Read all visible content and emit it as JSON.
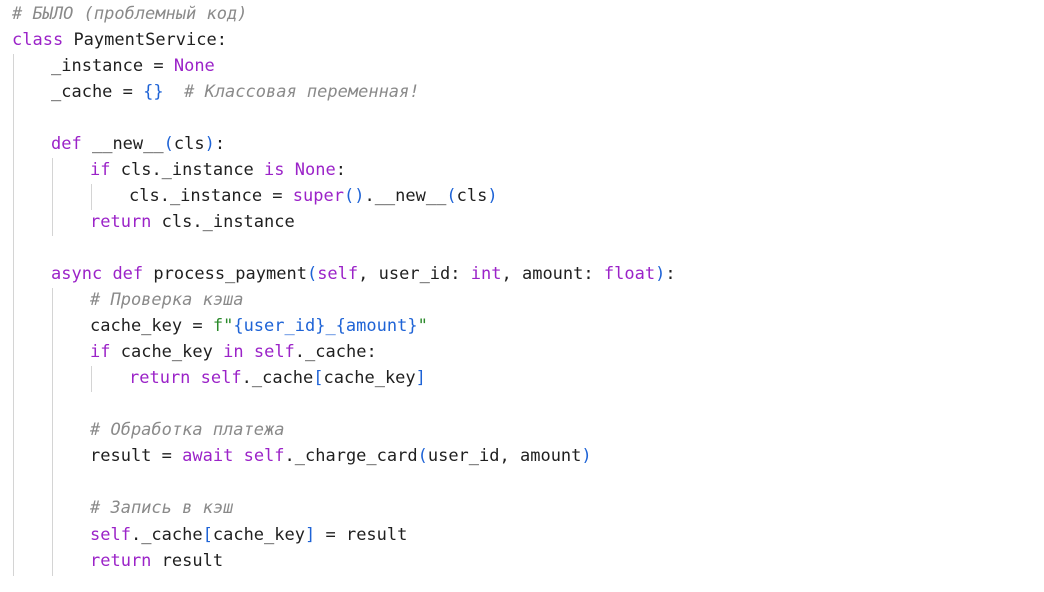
{
  "code": {
    "comment_before": "# БЫЛО (проблемный код)",
    "kw_class": "class",
    "class_name": "PaymentService",
    "colon": ":",
    "instance_attr": "_instance",
    "eq": " = ",
    "none": "None",
    "cache_attr": "_cache",
    "empty_braces": "{}",
    "comment_class_var": "# Классовая переменная!",
    "kw_def": "def",
    "new_name": "__new__",
    "cls": "cls",
    "kw_if": "if",
    "cls_instance": "cls._instance",
    "kw_is": "is",
    "super_call": "super",
    "parens": "()",
    "dot_new": ".__new__",
    "kw_return": "return",
    "kw_async": "async",
    "method_name": "process_payment",
    "self": "self",
    "user_id_param": "user_id",
    "int_type": "int",
    "amount_param": "amount",
    "float_type": "float",
    "comment_check_cache": "# Проверка кэша",
    "cache_key": "cache_key",
    "fstring_prefix": "f\"",
    "fstring_body": "{user_id}_{amount}",
    "fstring_end": "\"",
    "kw_in": "in",
    "self_cache": "self._cache",
    "comment_processing": "# Обработка платежа",
    "result": "result",
    "kw_await": "await",
    "charge_card": "self._charge_card",
    "comment_write_cache": "# Запись в кэш"
  }
}
